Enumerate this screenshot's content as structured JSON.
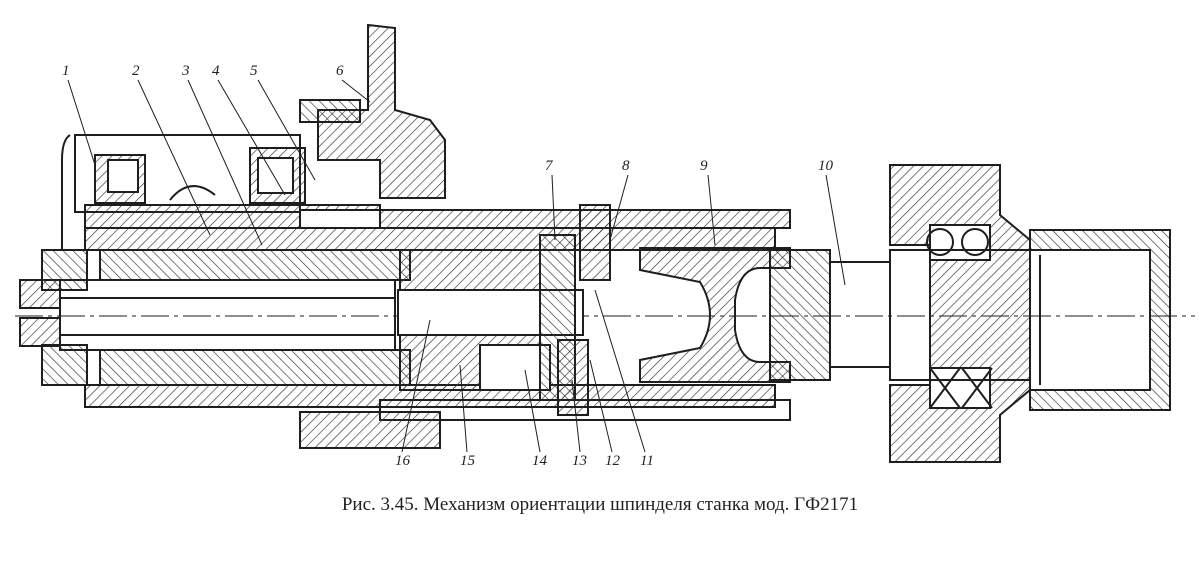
{
  "figure": {
    "caption": "Рис. 3.45. Механизм ориентации шпинделя станка мод. ГФ2171",
    "callouts": [
      "1",
      "2",
      "3",
      "4",
      "5",
      "6",
      "7",
      "8",
      "9",
      "10",
      "11",
      "12",
      "13",
      "14",
      "15",
      "16"
    ]
  },
  "colors": {
    "ink": "#1e1e1e",
    "hatch": "#333333",
    "paper": "#ffffff"
  }
}
